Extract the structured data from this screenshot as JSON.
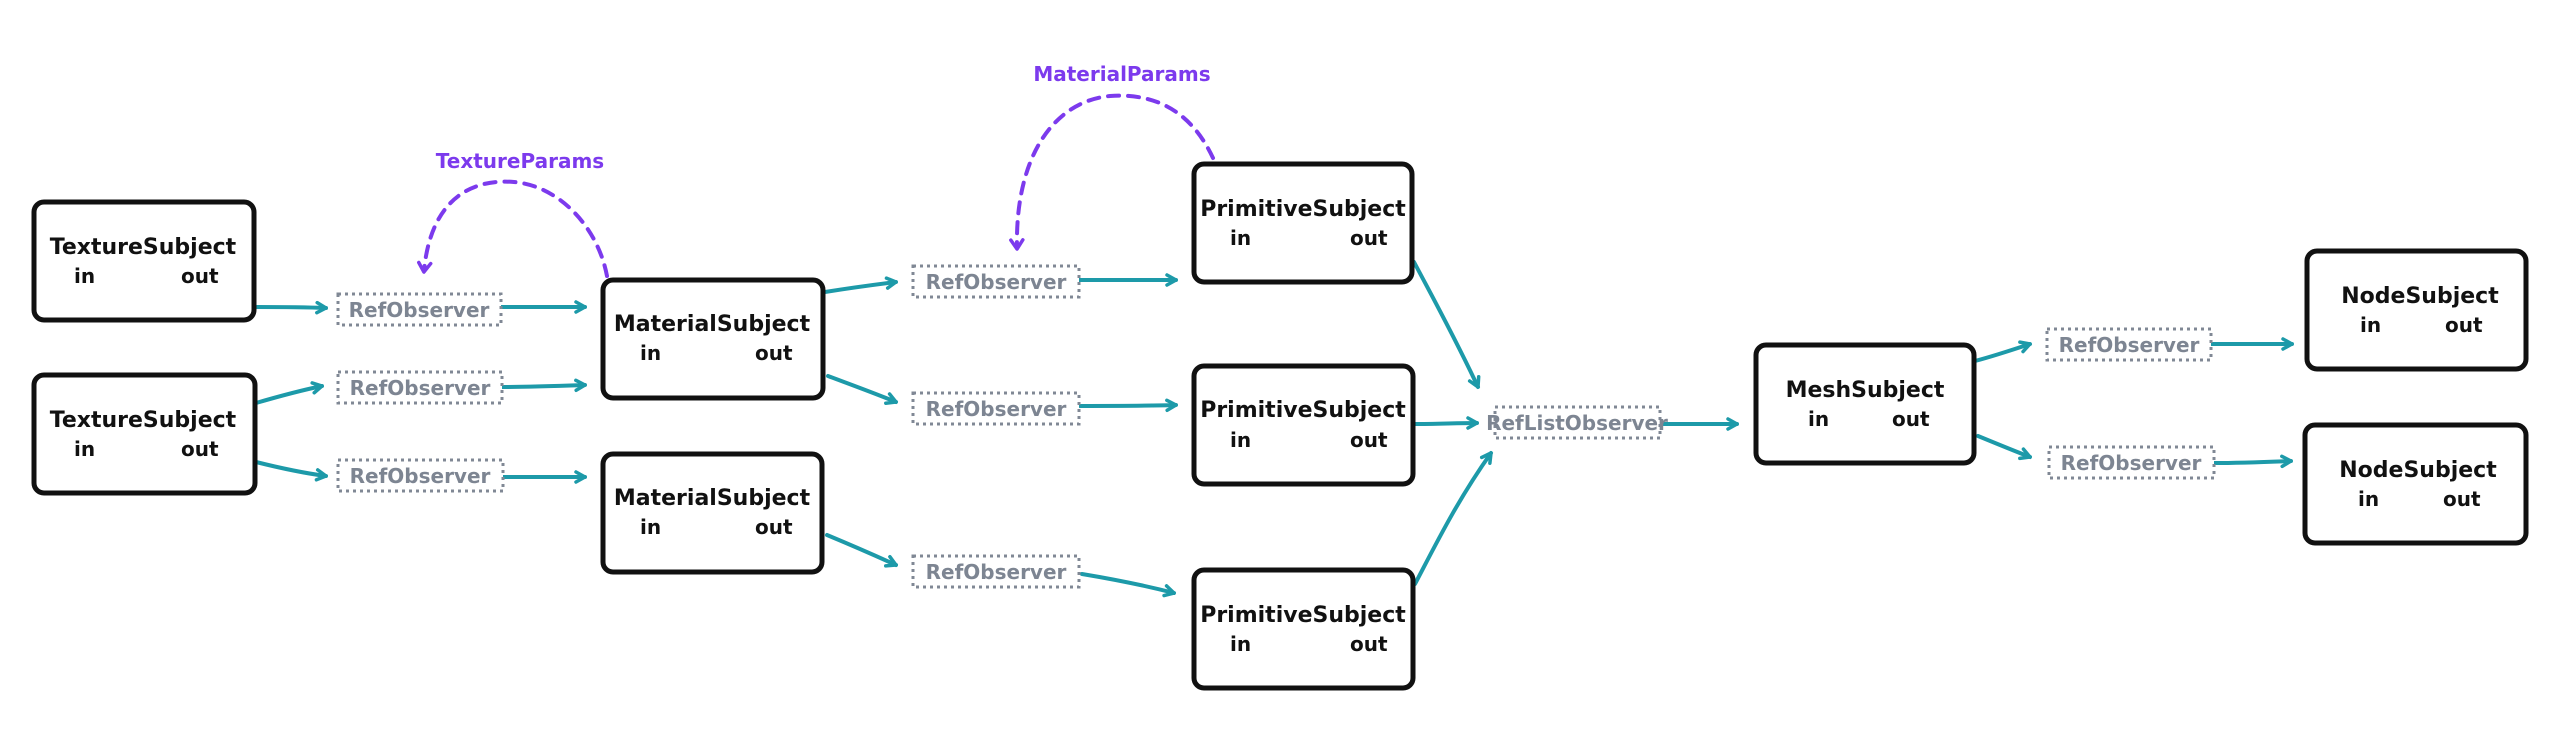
{
  "colors": {
    "box_stroke": "#111111",
    "edge": "#1d9aa9",
    "observer_stroke": "#808895",
    "observer_text": "#7d8592",
    "param": "#7c3aed"
  },
  "ports": {
    "in_label": "in",
    "out_label": "out"
  },
  "boxes": [
    {
      "id": "texture1",
      "title": "TextureSubject"
    },
    {
      "id": "texture2",
      "title": "TextureSubject"
    },
    {
      "id": "material1",
      "title": "MaterialSubject"
    },
    {
      "id": "material2",
      "title": "MaterialSubject"
    },
    {
      "id": "primitive1",
      "title": "PrimitiveSubject"
    },
    {
      "id": "primitive2",
      "title": "PrimitiveSubject"
    },
    {
      "id": "primitive3",
      "title": "PrimitiveSubject"
    },
    {
      "id": "mesh",
      "title": "MeshSubject"
    },
    {
      "id": "node1",
      "title": "NodeSubject"
    },
    {
      "id": "node2",
      "title": "NodeSubject"
    }
  ],
  "observers": [
    {
      "id": "obs_tex1_mat1",
      "label": "RefObserver"
    },
    {
      "id": "obs_tex2_mat1",
      "label": "RefObserver"
    },
    {
      "id": "obs_tex2_mat2",
      "label": "RefObserver"
    },
    {
      "id": "obs_mat1_prim1",
      "label": "RefObserver"
    },
    {
      "id": "obs_mat1_prim2",
      "label": "RefObserver"
    },
    {
      "id": "obs_mat2_prim3",
      "label": "RefObserver"
    },
    {
      "id": "reflist",
      "label": "RefListObserver"
    },
    {
      "id": "obs_mesh_node1",
      "label": "RefObserver"
    },
    {
      "id": "obs_mesh_node2",
      "label": "RefObserver"
    }
  ],
  "param_labels": [
    {
      "id": "texture_params",
      "label": "TextureParams"
    },
    {
      "id": "material_params",
      "label": "MaterialParams"
    }
  ]
}
